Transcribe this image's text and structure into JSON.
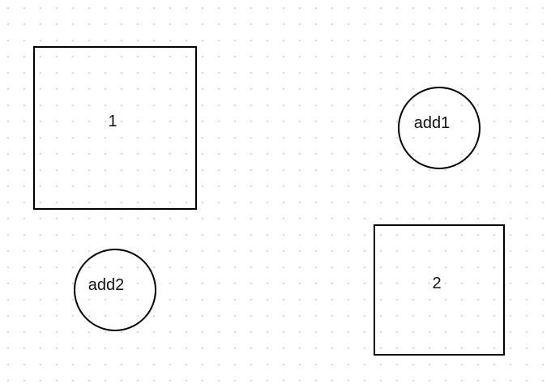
{
  "nodes": {
    "rect_1": {
      "label": "1"
    },
    "rect_2": {
      "label": "2"
    },
    "circle_1": {
      "label": "add1"
    },
    "circle_2": {
      "label": "add2"
    }
  }
}
